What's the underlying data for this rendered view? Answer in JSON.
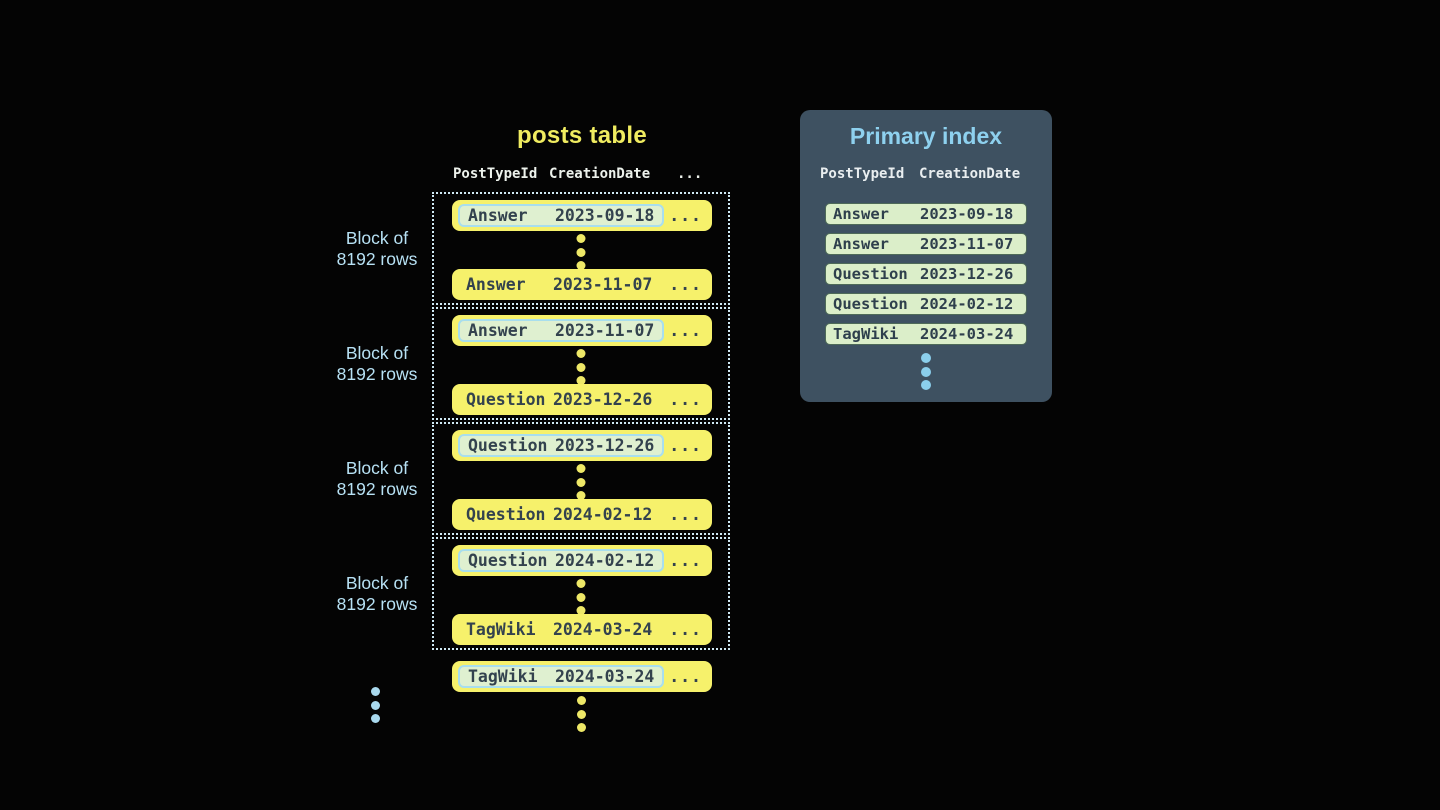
{
  "posts_table": {
    "title": "posts table",
    "columns": [
      "PostTypeId",
      "CreationDate",
      "..."
    ],
    "blocks": [
      {
        "label_line1": "Block of",
        "label_line2": "8192 rows",
        "first_row": {
          "type": "Answer",
          "date": "2023-09-18",
          "more": "..."
        },
        "last_row": {
          "type": "Answer",
          "date": "2023-11-07",
          "more": "..."
        }
      },
      {
        "label_line1": "Block of",
        "label_line2": "8192 rows",
        "first_row": {
          "type": "Answer",
          "date": "2023-11-07",
          "more": "..."
        },
        "last_row": {
          "type": "Question",
          "date": "2023-12-26",
          "more": "..."
        }
      },
      {
        "label_line1": "Block of",
        "label_line2": "8192 rows",
        "first_row": {
          "type": "Question",
          "date": "2023-12-26",
          "more": "..."
        },
        "last_row": {
          "type": "Question",
          "date": "2024-02-12",
          "more": "..."
        }
      },
      {
        "label_line1": "Block of",
        "label_line2": "8192 rows",
        "first_row": {
          "type": "Question",
          "date": "2024-02-12",
          "more": "..."
        },
        "last_row": {
          "type": "TagWiki",
          "date": "2024-03-24",
          "more": "..."
        }
      }
    ],
    "overflow_row": {
      "type": "TagWiki",
      "date": "2024-03-24",
      "more": "..."
    }
  },
  "primary_index": {
    "title": "Primary index",
    "columns": [
      "PostTypeId",
      "CreationDate"
    ],
    "rows": [
      {
        "type": "Answer",
        "date": "2023-09-18"
      },
      {
        "type": "Answer",
        "date": "2023-11-07"
      },
      {
        "type": "Question",
        "date": "2023-12-26"
      },
      {
        "type": "Question",
        "date": "2024-02-12"
      },
      {
        "type": "TagWiki",
        "date": "2024-03-24"
      }
    ]
  },
  "colors": {
    "background": "#040404",
    "row_yellow": "#f6f16b",
    "highlight_mint": "#dff0d0",
    "highlight_border_cyan": "#a8deee",
    "dark_text": "#33424e",
    "title_yellow": "#f0ec60",
    "block_border": "#cfe9f4",
    "block_label_blue": "#b7e1f4",
    "panel_background": "#3e5161",
    "panel_title_blue": "#8ed1ef",
    "index_row_mint": "#dbeec9",
    "header_text": "#edf2ec",
    "dot_yellow": "#eee867",
    "dot_blue": "#a9d9ee"
  }
}
